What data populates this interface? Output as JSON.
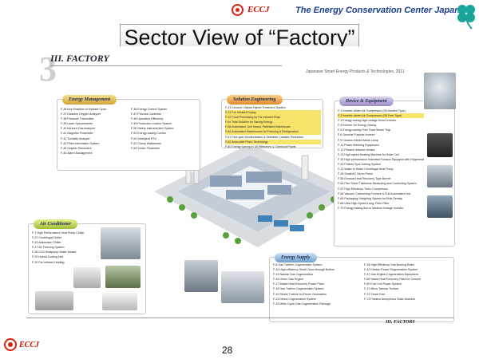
{
  "header": {
    "logo_text": "ECCJ",
    "org_name": "The Energy Conservation Center Japan"
  },
  "slide_title": "Sector View of “Factory”",
  "page_header": {
    "big_number": "3",
    "section": "III. FACTORY",
    "subtitle": "Japanese Smart Energy Products & Technologies, 2011"
  },
  "panels": {
    "energy_management": {
      "title": "Energy Management",
      "col1": [
        "F-36 Key Enablers of Hydrant Cycle",
        "F-37 Dissolve Oxygen Analyzer",
        "F-38 Pressure Transmitter",
        "F-39 Laser Spectrometer",
        "F-40 Infrared Gas Analyzer",
        "F-41 Magnetic Flowmeter",
        "F-42 Turbidity Analyzer",
        "F-43 Plant Information System",
        "F-44 Graphic Recorders",
        "F-45 Alarm Management"
      ],
      "col2": [
        "F-46 Energy Control System",
        "F-47 Process Controller",
        "F-48 Operation Efficiency",
        "F-49 Production Control System",
        "F-50 Safety Instrumented System",
        "F-51 Energy-saving Control",
        "F-52 Intelligent RTU",
        "F-53 Clamp Wattameter",
        "F-54 Vortex Flowmeter"
      ]
    },
    "solution_engineering": {
      "title": "Solution Engineering",
      "items": [
        "F-21 Cement / Waste Hybrid Treatment System",
        "F-21 For Infrared Drying",
        "F-22 Food Processing by Far Infrared Rays",
        "F-6x Total Solution for Saving Energy",
        "F-68 Automated, Unit based, Palletised Warehouse",
        "F-69 Automated Warehouses for Freezing & Refrigeration",
        "F-61 Flue-gas Desulfurization & Selective Catalytic Reduction",
        "F-62 Area-wide Pinch Technology",
        "F-60 Energy Saving in Oil Refineries & Chemical Plants"
      ],
      "highlight": [
        1,
        2,
        3,
        4,
        5,
        7
      ]
    },
    "device_equipment": {
      "title": "Device & Equipment",
      "items": [
        "F-1 Inverter-driven Air Compressor (Oil-flooded Type)",
        "F-2 Inverter-driven Air Compressor (Oil Free Type)",
        "F-3 Energy-saving high-voltage Direct Inverter",
        "F-4 Inverter for Energy Saving",
        "F-5 Energy-saving Free Float Steam Trap",
        "F-6 General Purpose Inverter",
        "F-9 Ceramic Metal Halide Lamp",
        "F-11 Power Metering Equipment",
        "F-12 Passive Infrared Sensor",
        "F-13 High-speed Heating Machine for Solar Cell",
        "F-15 High performance Industrial Furnace Equipped with Regenerative Burner",
        "F-20 Friction Spot Joining System",
        "F-23 Water to Water Centrifugal Heat Pump",
        "F-26 Small AC Servo Press",
        "F-56 Exhaust Heat Recovery Type Burner",
        "F-64 Film Sheet Thickness Measuring and Controlling System",
        "F-57 High Efficiency Turbo Compressor",
        "F-66 Vacuum Carburizing Furnace & Full-Automated Line",
        "F-65 Packaging/ Weighing System for Bulk Density",
        "F-66 Ultra High-Speed Long- Fiber Filter",
        "F-70 Energy saving due to Medium Voltage Inverter"
      ],
      "highlight": [
        1
      ]
    },
    "air_conditioner": {
      "title": "Air Conditioner",
      "items": [
        "F-7 High Performance Heat Pump Chiller",
        "F-22 Centrifugal Chiller",
        "F-24 Adsorption Chiller",
        "F-27 Air Freezing System",
        "F-28 CO2 Heatpump Water Heater",
        "F-29 Hybrid Cooling Unit",
        "F-30 Far Infrared Heating"
      ]
    },
    "energy_supply": {
      "title": "Energy Supply",
      "col1": [
        "F-8 Gas Turbine Cogeneration System",
        "F-10 High-efficiency Small Once-through Boilers",
        "F-14 Natural Gas Cogeneration",
        "F-16 Green Gas Engine",
        "F-17 Waste Heat Recovery Power Plant",
        "F-18 Gas Turbine Cogeneration System",
        "F-19 Steam Turbine for Power Generation",
        "F-24 Diesel Cogeneration System",
        "F-25 Miller Cycle Gas Cogeneration Package"
      ],
      "col2": [
        "F-34 High Efficiency Gas Burning Boiler",
        "F-42 Electric Power Regeneration System",
        "F-47 Gas Engine Cogeneration Equipment",
        "F-68 Waste Heat Recovery Plant for Cement",
        "F-69 Fuel Cell Power System",
        "F-71 Micro Tubular Turbine",
        "F-72 Smart Grid",
        "F-73 Passive Amorphous Solar Modules"
      ]
    }
  },
  "footer": {
    "section_tag": "III. FACTORY",
    "logo_text": "ECCJ",
    "page_number": "28"
  },
  "colors": {
    "accent_red": "#cc1111",
    "accent_blue": "#1a3c8c",
    "highlight_yellow": "#f7e36a",
    "highlight_orange": "#f6a24a"
  }
}
